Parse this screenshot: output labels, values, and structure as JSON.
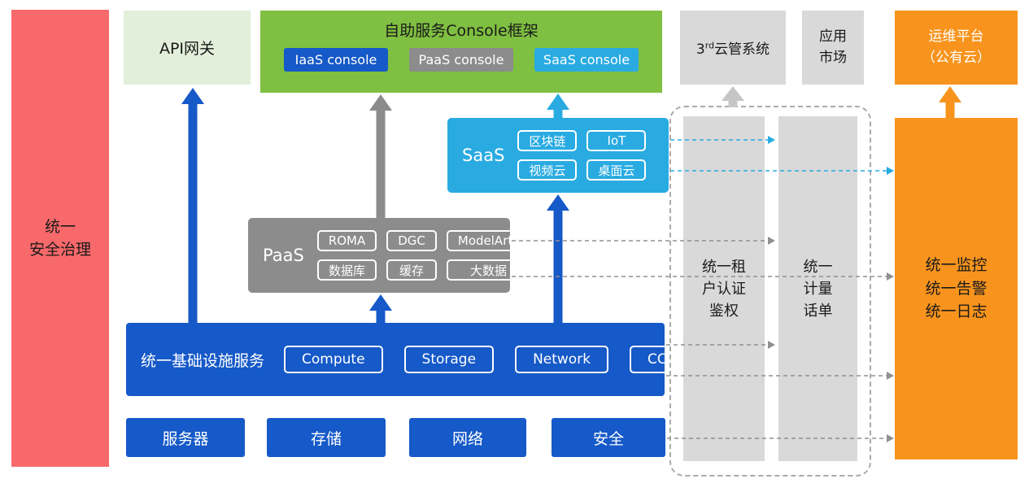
{
  "colors": {
    "red": "#F8696B",
    "green_light": "#E2EFDA",
    "green": "#7FBF41",
    "blue": "#1659C8",
    "cyan": "#29ABE2",
    "gray": "#8C8C8C",
    "gray_light": "#D9D9D9",
    "orange": "#F8941D"
  },
  "security_bar": {
    "label": "统一\n安全治理"
  },
  "api_gateway": {
    "label": "API网关"
  },
  "console": {
    "title": "自助服务Console框架",
    "items": [
      {
        "label": "IaaS console"
      },
      {
        "label": "PaaS console"
      },
      {
        "label": "SaaS console"
      }
    ]
  },
  "third_party_cloud": {
    "prefix": "3",
    "sup": "rd",
    "rest": "云管系统"
  },
  "app_market": {
    "label": "应用\n市场"
  },
  "om_platform": {
    "label": "运维平台\n（公有云）"
  },
  "saas": {
    "label": "SaaS",
    "chips": [
      "区块链",
      "IoT",
      "视频云",
      "桌面云"
    ]
  },
  "paas": {
    "label": "PaaS",
    "chips": [
      "ROMA",
      "DGC",
      "ModelArts",
      "数据库",
      "缓存",
      "大数据"
    ]
  },
  "infra": {
    "label": "统一基础设施服务",
    "chips": [
      "Compute",
      "Storage",
      "Network",
      "CCE"
    ]
  },
  "hardware": [
    "服务器",
    "存储",
    "网络",
    "安全"
  ],
  "auth_bar": {
    "label": "统一租\n户认证\n鉴权"
  },
  "billing_bar": {
    "label": "统一\n计量\n话单"
  },
  "monitor_bar": {
    "label": "统一监控\n统一告警\n统一日志"
  }
}
